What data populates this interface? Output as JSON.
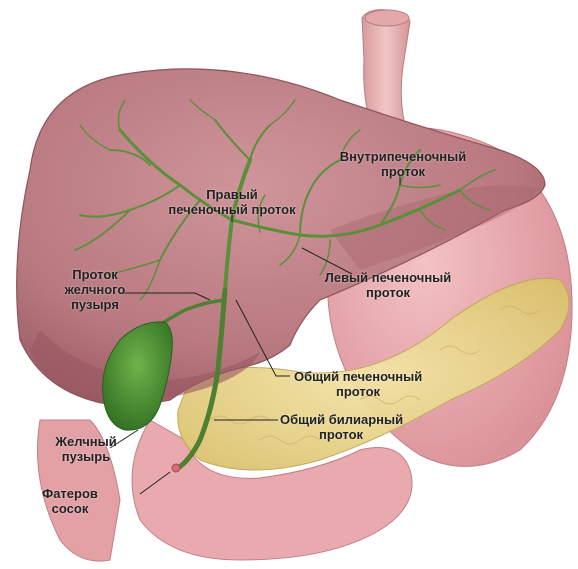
{
  "labels": {
    "intrahepatic_duct": [
      "Внутрипеченочный",
      "проток"
    ],
    "right_hepatic_duct": [
      "Правый",
      "печеночный проток"
    ],
    "left_hepatic_duct": [
      "Левый печеночный",
      "проток"
    ],
    "cystic_duct": [
      "Проток",
      "желчного",
      "пузыря"
    ],
    "common_hepatic_duct": [
      "Общий печеночный",
      "проток"
    ],
    "common_bile_duct": [
      "Общий билиарный",
      "проток"
    ],
    "gallbladder": [
      "Желчный",
      "пузырь"
    ],
    "ampulla_of_vater": [
      "Фатеров",
      "сосок"
    ]
  },
  "colors": {
    "liver": "#bd7f86",
    "liver_shadow": "#9f5f68",
    "stomach": "#e7a9ad",
    "esophagus": "#e9b4b4",
    "pancreas": "#e9d58a",
    "gallbladder": "#3f8a2e",
    "bile_ducts": "#5c8f3a",
    "duodenum": "#e8aaae"
  }
}
